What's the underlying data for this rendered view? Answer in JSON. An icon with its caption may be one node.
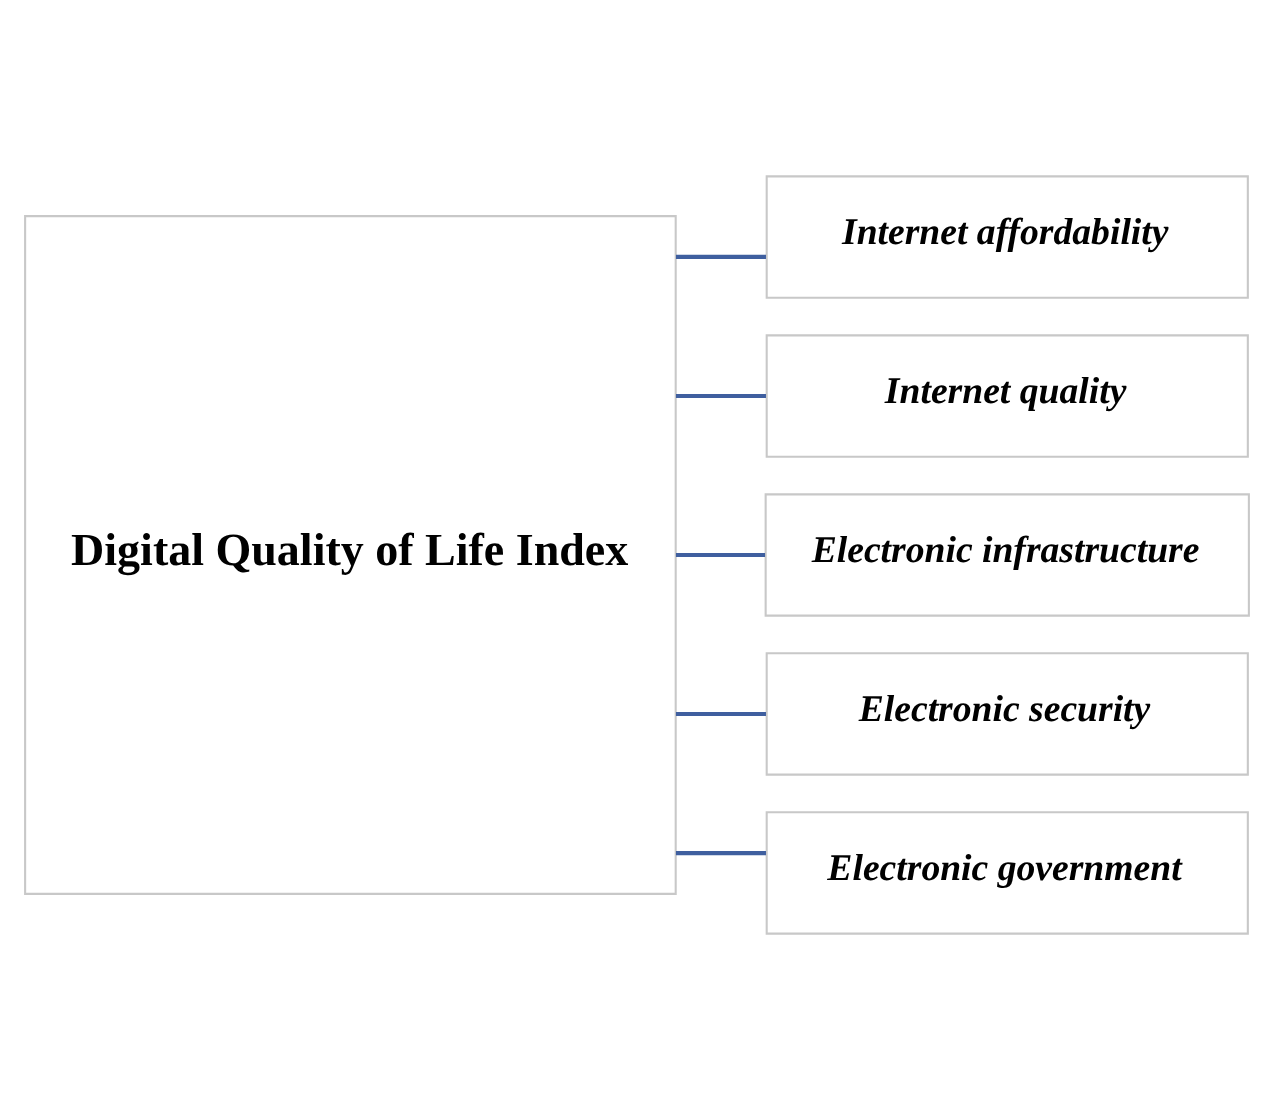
{
  "diagram": {
    "nodes": [
      {
        "text": [
          "Digital Quality of Life Index"
        ]
      },
      {
        "text": [
          "Internet affordability"
        ]
      },
      {
        "text": [
          "Internet quality"
        ]
      },
      {
        "text": [
          "Electronic infrastructure"
        ]
      },
      {
        "text": [
          "Electronic security"
        ]
      },
      {
        "text": [
          "Electronic government"
        ]
      }
    ],
    "edges": [
      {
        "from": 0,
        "to": 1,
        "arrow": "none"
      },
      {
        "from": 0,
        "to": 2,
        "arrow": "none"
      },
      {
        "from": 0,
        "to": 3,
        "arrow": "none"
      },
      {
        "from": 0,
        "to": 4,
        "arrow": "none"
      },
      {
        "from": 0,
        "to": 5,
        "arrow": "none"
      }
    ]
  }
}
